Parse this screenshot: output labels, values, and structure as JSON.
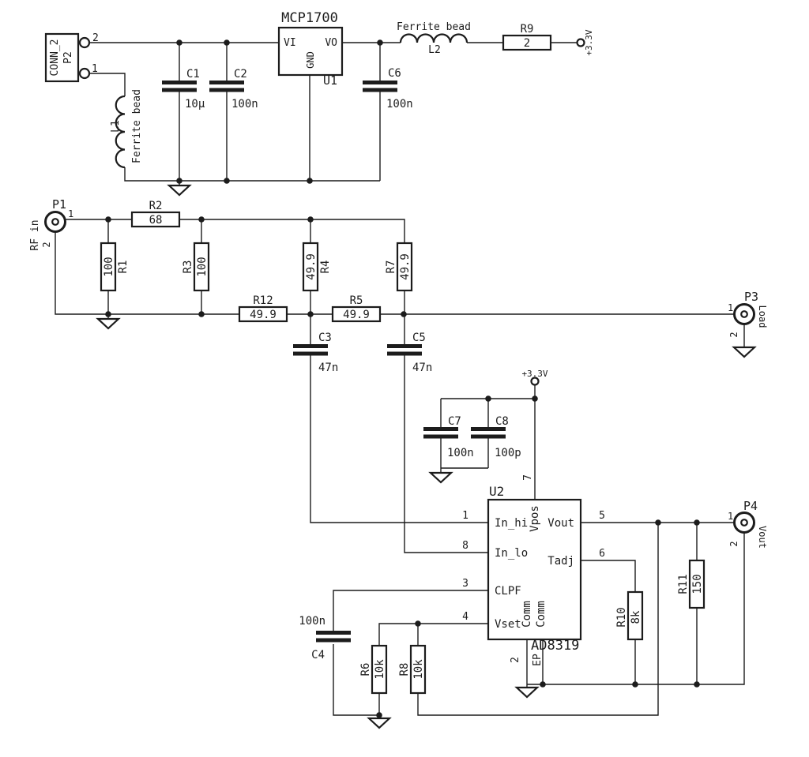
{
  "schematic": {
    "background": "#ffffff",
    "line_color": "#1c1c1c"
  },
  "power": {
    "rail_33v": "+3.3V"
  },
  "components": {
    "P1": {
      "ref": "P1",
      "label": "RF in",
      "pin1": "1",
      "pin2": "2"
    },
    "P2": {
      "ref": "P2",
      "value": "CONN_2",
      "pin1": "1",
      "pin2": "2"
    },
    "P3": {
      "ref": "P3",
      "label": "Load",
      "pin1": "1",
      "pin2": "2"
    },
    "P4": {
      "ref": "P4",
      "label": "Vout",
      "pin1": "1",
      "pin2": "2"
    },
    "L1": {
      "ref": "L1",
      "value": "Ferrite bead"
    },
    "L2": {
      "ref": "L2",
      "value": "Ferrite bead"
    },
    "C1": {
      "ref": "C1",
      "value": "10µ"
    },
    "C2": {
      "ref": "C2",
      "value": "100n"
    },
    "C3": {
      "ref": "C3",
      "value": "47n"
    },
    "C4": {
      "ref": "C4",
      "value": "100n"
    },
    "C5": {
      "ref": "C5",
      "value": "47n"
    },
    "C6": {
      "ref": "C6",
      "value": "100n"
    },
    "C7": {
      "ref": "C7",
      "value": "100n"
    },
    "C8": {
      "ref": "C8",
      "value": "100p"
    },
    "R1": {
      "ref": "R1",
      "value": "100"
    },
    "R2": {
      "ref": "R2",
      "value": "68"
    },
    "R3": {
      "ref": "R3",
      "value": "100"
    },
    "R4": {
      "ref": "R4",
      "value": "49.9"
    },
    "R5": {
      "ref": "R5",
      "value": "49.9"
    },
    "R6": {
      "ref": "R6",
      "value": "10k"
    },
    "R7": {
      "ref": "R7",
      "value": "49.9"
    },
    "R8": {
      "ref": "R8",
      "value": "10k"
    },
    "R9": {
      "ref": "R9",
      "value": "2"
    },
    "R10": {
      "ref": "R10",
      "value": "8k"
    },
    "R11": {
      "ref": "R11",
      "value": "150"
    },
    "R12": {
      "ref": "R12",
      "value": "49.9"
    },
    "U1": {
      "ref": "U1",
      "value": "MCP1700",
      "pins": {
        "vi": "VI",
        "vo": "VO",
        "gnd": "GND"
      }
    },
    "U2": {
      "ref": "U2",
      "value": "AD8319",
      "pins": {
        "in_hi": "In_hi",
        "in_lo": "In_lo",
        "clpf": "CLPF",
        "vset": "Vset",
        "vpos": "Vpos",
        "vout": "Vout",
        "tadj": "Tadj",
        "comm": "Comm",
        "ep": "EP"
      },
      "pin_numbers": {
        "in_hi": "1",
        "in_lo": "8",
        "clpf": "3",
        "vset": "4",
        "vout": "5",
        "tadj": "6",
        "vpos": "7",
        "comm": "2"
      }
    }
  }
}
